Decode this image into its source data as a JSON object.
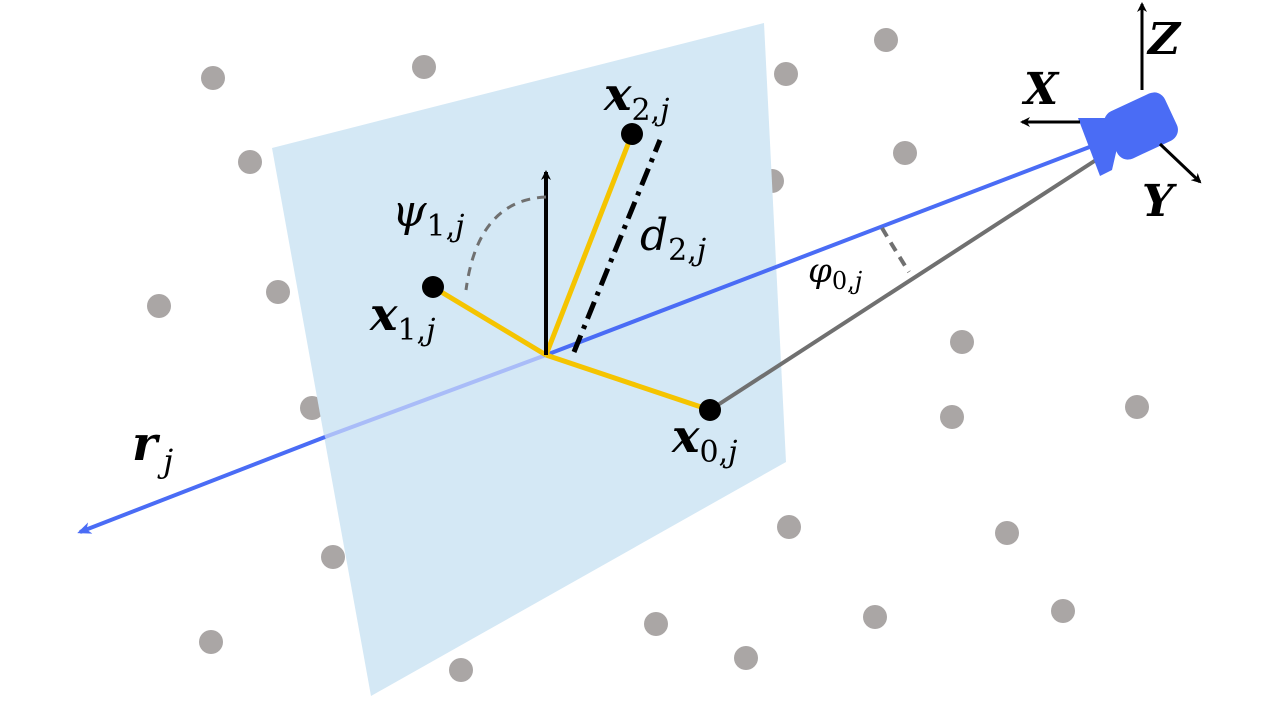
{
  "colors": {
    "plane": "#d4e8f5",
    "ray": "#4a6cf5",
    "ray_faded": "#a9bcf8",
    "neighbor_line": "#f5c400",
    "point": "#000000",
    "background_point": "#aaa6a5",
    "sight_line": "#707070",
    "camera": "#4a6cf5"
  },
  "icons": {
    "camera": "camera-icon"
  },
  "labels": {
    "ray": {
      "base": "r",
      "sub": "j"
    },
    "x0": {
      "base": "x",
      "sub_a": "0",
      "sub_b": "j"
    },
    "x1": {
      "base": "x",
      "sub_a": "1",
      "sub_b": "j"
    },
    "x2": {
      "base": "x",
      "sub_a": "2",
      "sub_b": "j"
    },
    "psi": {
      "base": "ψ",
      "sub_a": "1",
      "sub_b": "j"
    },
    "d": {
      "base": "d",
      "sub_a": "2",
      "sub_b": "j"
    },
    "phi": {
      "base": "φ",
      "sub_a": "0",
      "sub_b": "j"
    },
    "axis_x": "X",
    "axis_y": "Y",
    "axis_z": "Z",
    "comma": ","
  }
}
